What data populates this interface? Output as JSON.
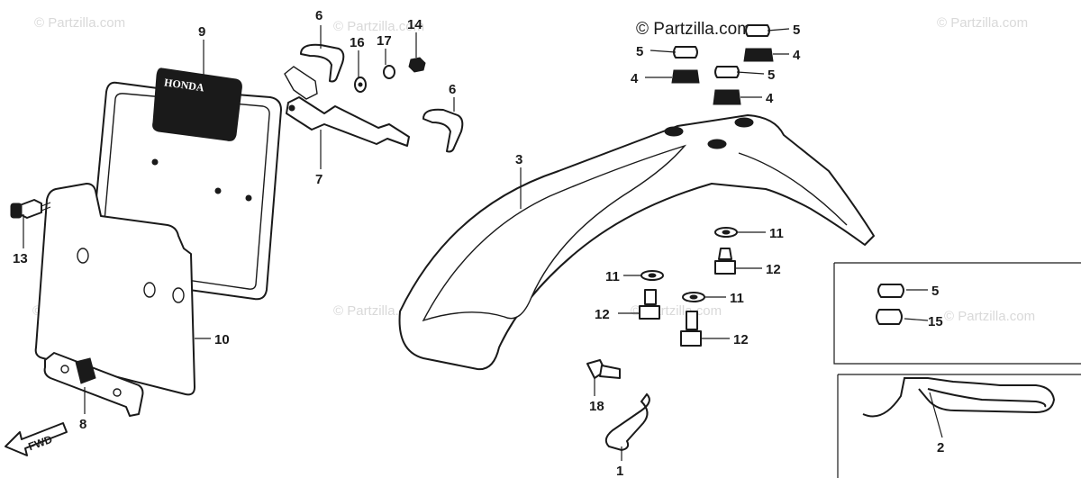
{
  "copyright": "© Partzilla.com",
  "watermark": "© Partzilla.com",
  "plate_emblem": "HONDA",
  "fwd_label": "FWD",
  "callouts": {
    "c1": "1",
    "c2": "2",
    "c3": "3",
    "c4a": "4",
    "c4b": "4",
    "c4c": "4",
    "c5a": "5",
    "c5b": "5",
    "c5c": "5",
    "c5d": "5",
    "c6a": "6",
    "c6b": "6",
    "c7": "7",
    "c8": "8",
    "c9": "9",
    "c10": "10",
    "c11a": "11",
    "c11b": "11",
    "c11c": "11",
    "c12a": "12",
    "c12b": "12",
    "c12c": "12",
    "c13": "13",
    "c14": "14",
    "c15": "15",
    "c16": "16",
    "c17": "17",
    "c18": "18"
  }
}
